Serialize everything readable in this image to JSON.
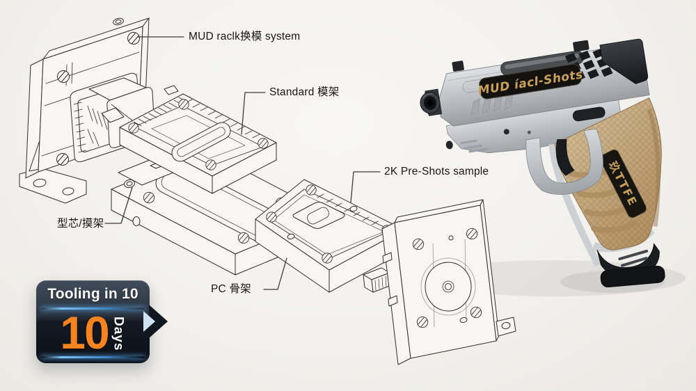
{
  "scene": {
    "background": "#f2f1ed",
    "line_art_color": "#2e2d2b"
  },
  "diagram": {
    "labels": [
      {
        "id": "mud-system",
        "text": "MUD raclk换模 system"
      },
      {
        "id": "standard-base",
        "text": "Standard 模架"
      },
      {
        "id": "preshot-2k",
        "text": "2K Pre-Shots sample"
      },
      {
        "id": "core-plate",
        "text": "型芯/摸架"
      },
      {
        "id": "pc-frame",
        "text": "PC 骨架"
      }
    ]
  },
  "product": {
    "slide_marking": "MUD íacl-Shots",
    "grip_marking": "玖TTFE",
    "marking_color": "#c9a05a",
    "body_silver": "#c7cacd",
    "grip_tan": "#c3a87e"
  },
  "badge": {
    "title": "Tooling in 10",
    "number": "10",
    "unit": "Days",
    "arrow_icon": "chevron-right",
    "colors": {
      "orange": "#f5831f",
      "glow_blue": "#5fb0ee",
      "background_top": "#3e4a58",
      "background_bottom": "#0c1117"
    }
  }
}
